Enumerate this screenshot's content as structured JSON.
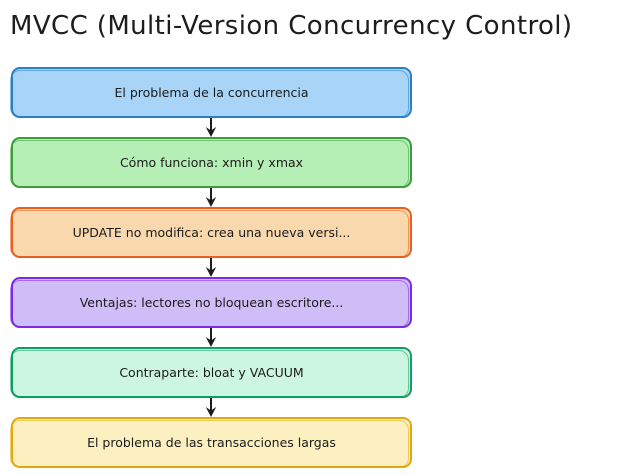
{
  "diagram": {
    "title": "MVCC (Multi-Version Concurrency Control)",
    "type": "flowchart",
    "direction": "top-to-bottom",
    "background": "#ffffff",
    "arrow_color": "#1c1c1c",
    "text_color": "#1b1b1b",
    "nodes": [
      {
        "id": "node-1",
        "label": "El problema de la concurrencia",
        "fill": "#a8d5f7",
        "stroke": "#2a7fc9"
      },
      {
        "id": "node-2",
        "label": "Cómo funciona: xmin y xmax",
        "fill": "#b6efb6",
        "stroke": "#3a9e3a"
      },
      {
        "id": "node-3",
        "label": "UPDATE no modifica: crea una nueva versi...",
        "fill": "#fad8ae",
        "stroke": "#e8601c"
      },
      {
        "id": "node-4",
        "label": "Ventajas: lectores no bloquean escritore...",
        "fill": "#cfbdf7",
        "stroke": "#7c2ae8"
      },
      {
        "id": "node-5",
        "label": "Contraparte: bloat y VACUUM",
        "fill": "#ccf6e2",
        "stroke": "#0f9d63"
      },
      {
        "id": "node-6",
        "label": "El problema de las transacciones largas",
        "fill": "#fcf0c1",
        "stroke": "#e3a80b"
      }
    ],
    "edges": [
      {
        "id": "edge-1",
        "from": "node-1",
        "to": "node-2",
        "arrow": "arrow-down-icon"
      },
      {
        "id": "edge-2",
        "from": "node-2",
        "to": "node-3",
        "arrow": "arrow-down-icon"
      },
      {
        "id": "edge-3",
        "from": "node-3",
        "to": "node-4",
        "arrow": "arrow-down-icon"
      },
      {
        "id": "edge-4",
        "from": "node-4",
        "to": "node-5",
        "arrow": "arrow-down-icon"
      },
      {
        "id": "edge-5",
        "from": "node-5",
        "to": "node-6",
        "arrow": "arrow-down-icon"
      }
    ]
  }
}
